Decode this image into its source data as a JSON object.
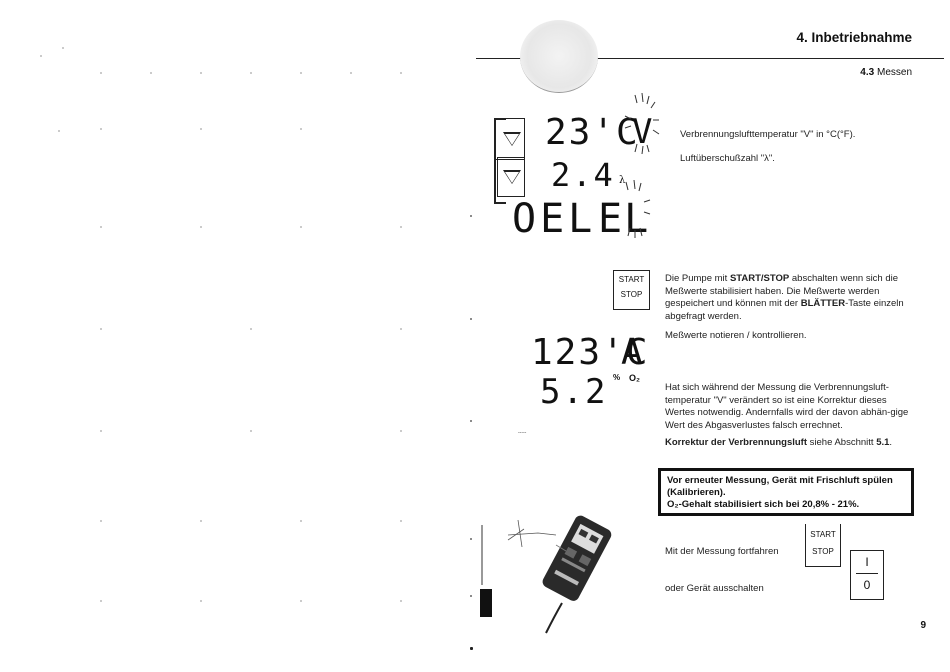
{
  "header": {
    "chapter_title": "4. Inbetriebnahme",
    "section_number": "4.3",
    "section_title": "Messen"
  },
  "display": {
    "temp_reading": "23'C",
    "temp_indicator": "V",
    "lambda_reading": "2.4",
    "lambda_symbol": "λ",
    "fuel_label": "OEL",
    "fuel_indicator": "EL",
    "stored_temp": "123'C",
    "stored_flag": "A",
    "o2_value": "5.2",
    "o2_unit_percent": "%",
    "o2_unit_gas": "O₂",
    "stored_dash": "-----"
  },
  "instructions": {
    "temp_text": "Verbrennungslufttemperatur \"V\" in °C(°F).",
    "lambda_text": "Luftüberschußzahl \"λ\".",
    "pump_text_1": "Die Pumpe mit ",
    "pump_text_bold1": "START/STOP",
    "pump_text_2": " abschalten wenn sich die Meßwerte stabilisiert haben. Die Meßwerte werden gespeichert und können mit der ",
    "pump_text_bold2": "BLÄTTER",
    "pump_text_3": "-Taste einzeln abgefragt werden.",
    "note_text": "Meßwerte notieren / kontrollieren.",
    "temp_change_text": "Hat sich während der Messung die Verbrennungsluft-temperatur \"V\" verändert so ist eine Korrektur dieses Wertes notwendig. Andernfalls wird der davon abhän-gige Wert des Abgasverlustes falsch errechnet.",
    "correction_bold": "Korrektur der Verbrennungsluft",
    "correction_rest": " siehe Abschnitt ",
    "correction_ref": "5.1",
    "correction_end": ".",
    "box_line1": "Vor erneuter Messung, Gerät mit Frischluft spülen (Kalibrieren).",
    "box_line2": "O₂-Gehalt stabilisiert sich bei 20,8% - 21%.",
    "continue_text": "Mit der Messung fortfahren",
    "off_text": "oder Gerät ausschalten"
  },
  "buttons": {
    "start_label": "START",
    "stop_label": "STOP",
    "power_on": "I",
    "power_off": "0"
  },
  "page_number": "9"
}
